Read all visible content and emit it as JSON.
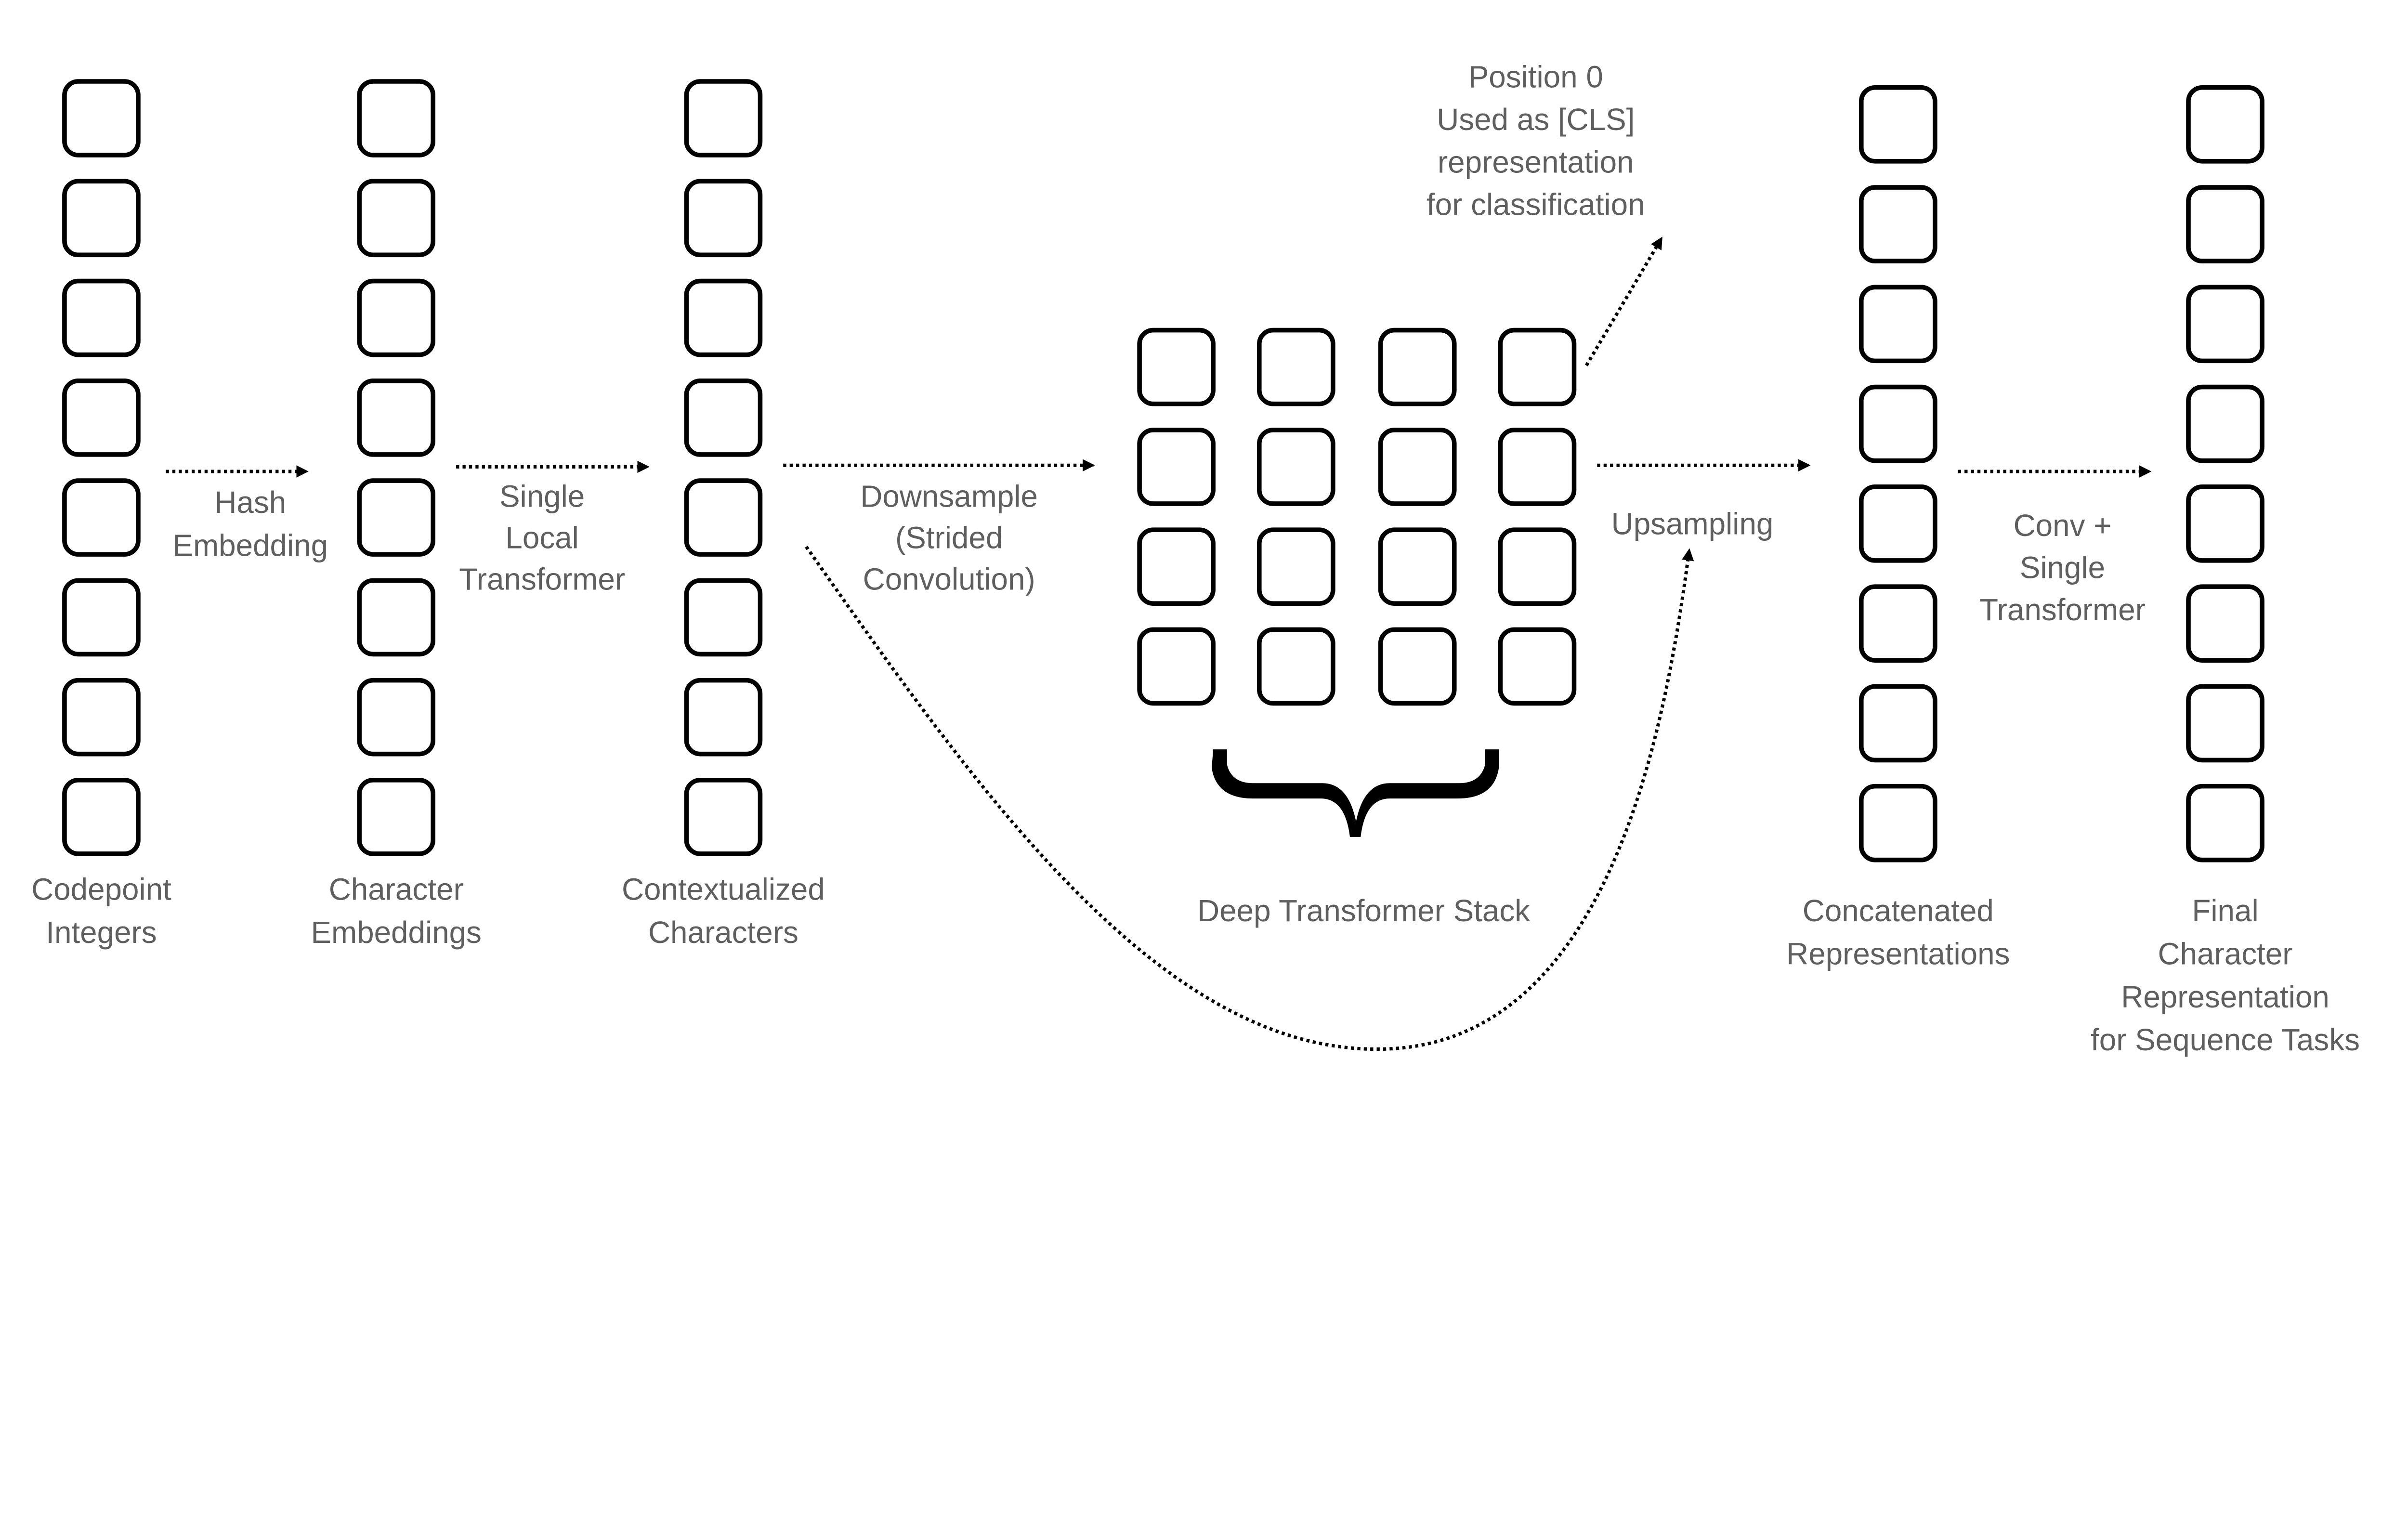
{
  "text_color": "#5f5f5f",
  "stroke_color": "#000000",
  "columns": [
    {
      "label": [
        "Codepoint",
        "Integers"
      ],
      "cells": 8
    },
    {
      "label": [
        "Character",
        "Embeddings"
      ],
      "cells": 8
    },
    {
      "label": [
        "Contextualized",
        "Characters"
      ],
      "cells": 8
    },
    {
      "label": [
        "Concatenated",
        "Representations"
      ],
      "cells": 8
    },
    {
      "label": [
        "Final",
        "Character",
        "Representation",
        "for Sequence Tasks"
      ],
      "cells": 8
    }
  ],
  "stack": {
    "rows": 4,
    "cols": 4,
    "label": "Deep Transformer Stack"
  },
  "arrows": [
    {
      "label": [
        "Hash",
        "Embedding"
      ]
    },
    {
      "label": [
        "Single",
        "Local",
        "Transformer"
      ]
    },
    {
      "label": [
        "Downsample",
        "(Strided",
        "Convolution)"
      ]
    },
    {
      "label": [
        "Upsampling"
      ]
    },
    {
      "label": [
        "Conv +",
        "Single",
        "Transformer"
      ]
    }
  ],
  "cls_note": [
    "Position 0",
    "Used as [CLS]",
    "representation",
    "for classification"
  ]
}
